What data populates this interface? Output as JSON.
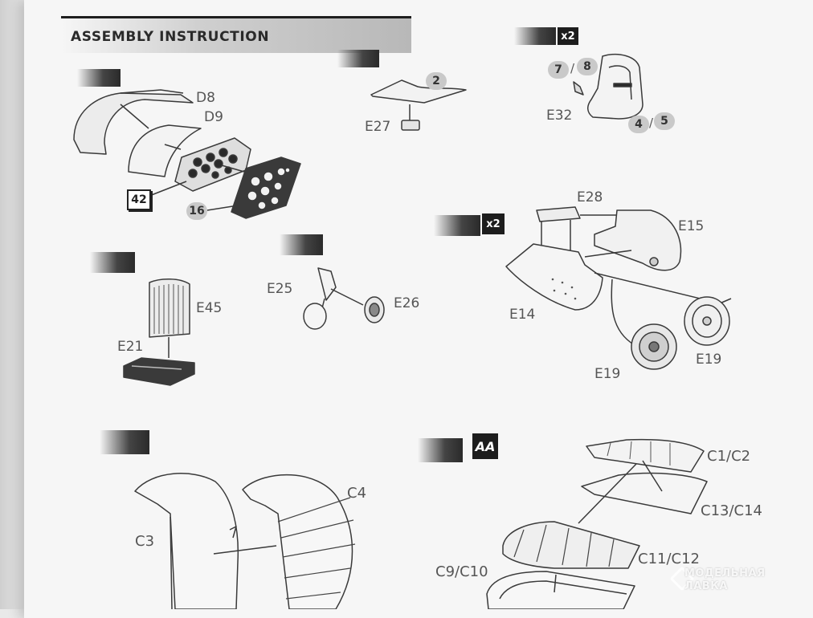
{
  "header": {
    "title": "ASSEMBLY INSTRUCTION"
  },
  "multipliers": {
    "x2_top": "x2",
    "x2_mid": "x2"
  },
  "brand_badge": "AA",
  "callouts": {
    "c_2": "2",
    "c_7": "7",
    "c_8": "8",
    "c_4": "4",
    "c_5": "5",
    "c_16": "16",
    "box_42": "42",
    "slash": "/"
  },
  "parts": {
    "D8": "D8",
    "D9": "D9",
    "E27": "E27",
    "E32": "E32",
    "E28": "E28",
    "E15": "E15",
    "E14": "E14",
    "E19a": "E19",
    "E19b": "E19",
    "E45": "E45",
    "E21": "E21",
    "E25": "E25",
    "E26": "E26",
    "C3": "C3",
    "C4": "C4",
    "C1C2": "C1/C2",
    "C13C14": "C13/C14",
    "C11C12": "C11/C12",
    "C9C10": "C9/C10"
  },
  "watermark": {
    "line1": "МОДЕЛЬНАЯ",
    "line2": "ЛАВКА"
  }
}
